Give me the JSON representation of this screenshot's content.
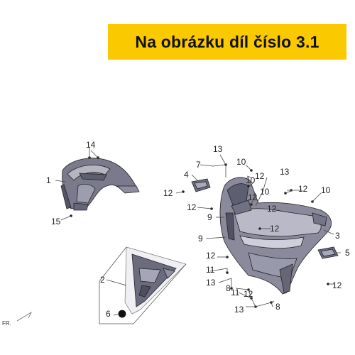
{
  "banner": {
    "text": "Na obrázku díl číslo 3.1",
    "color": "#fbc900"
  },
  "direction_label": "FR.",
  "callouts": {
    "p1": "1",
    "p2": "2",
    "p3": "3",
    "p4": "4",
    "p5": "5",
    "p6": "6",
    "p7": "7",
    "p8a": "8",
    "p8b": "8",
    "p9a": "9",
    "p9b": "9",
    "p10a": "10",
    "p10b": "10",
    "p10c": "10",
    "p10d": "10",
    "p11a": "11",
    "p11b": "11",
    "p12a": "12",
    "p12b": "12",
    "p12c": "12",
    "p12d": "12",
    "p12e": "12",
    "p12f": "12",
    "p12g": "12",
    "p12h": "12",
    "p12i": "12",
    "p12j": "12",
    "p13a": "13",
    "p13b": "13",
    "p13c": "13",
    "p13d": "13",
    "p14": "14",
    "p15": "15"
  }
}
